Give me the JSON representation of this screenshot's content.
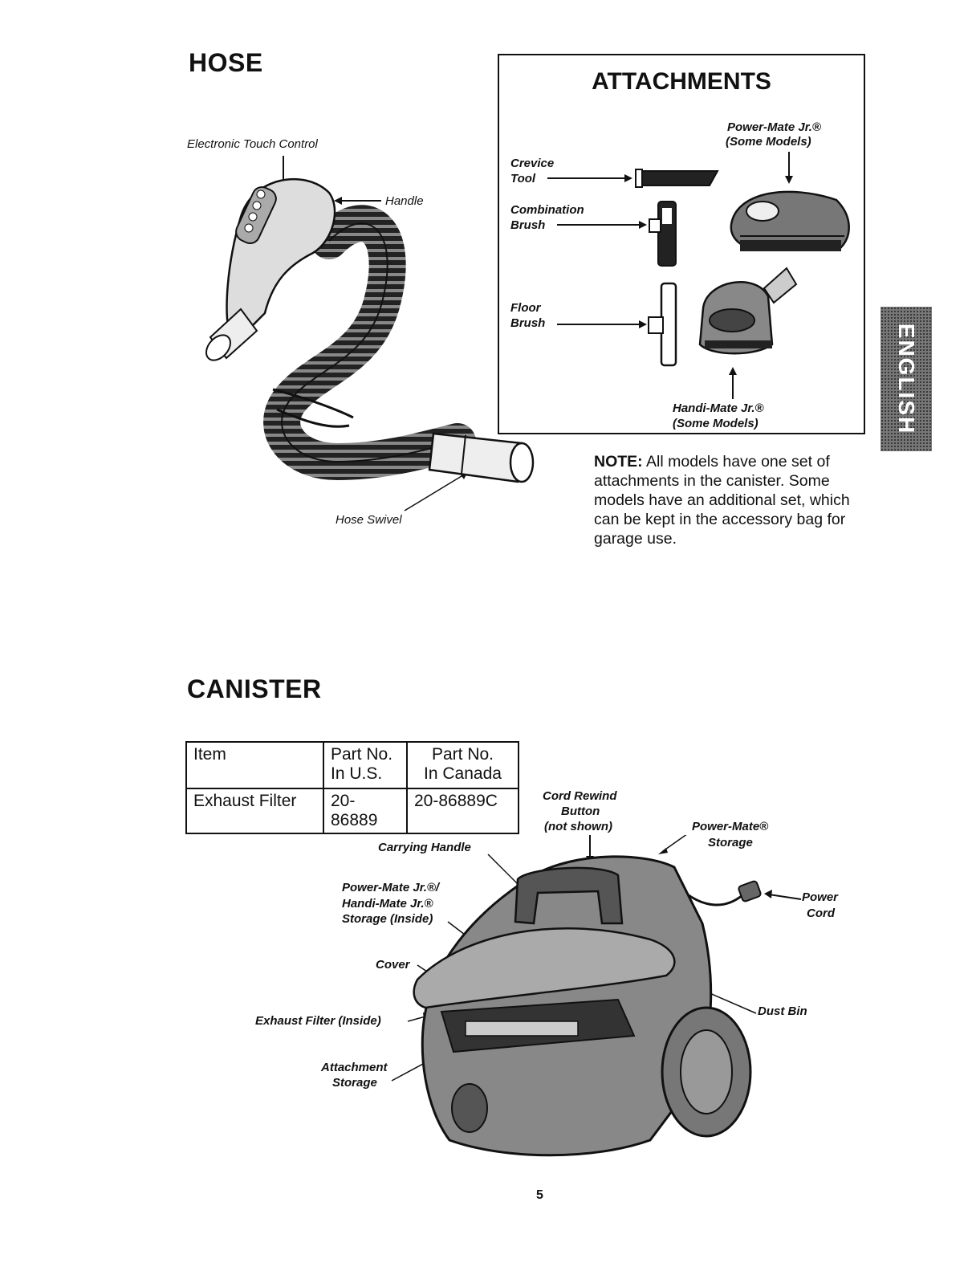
{
  "hose": {
    "heading": "HOSE",
    "labels": {
      "touch_control": "Electronic Touch Control",
      "handle": "Handle",
      "swivel": "Hose Swivel"
    }
  },
  "attachments": {
    "heading": "ATTACHMENTS",
    "crevice_line1": "Crevice",
    "crevice_line2": "Tool",
    "combo_line1": "Combination",
    "combo_line2": "Brush",
    "floor_line1": "Floor",
    "floor_line2": "Brush",
    "powermate_line1": "Power-Mate Jr.®",
    "powermate_line2": "(Some Models)",
    "handimate_line1": "Handi-Mate Jr.®",
    "handimate_line2": "(Some Models)"
  },
  "note": {
    "label": "NOTE:",
    "text": "All models have one set of attachments in the canister. Some models have an additional set, which can be kept in the accessory bag for garage use."
  },
  "language_tab": "ENGLISH",
  "canister": {
    "heading": "CANISTER",
    "table": {
      "col1": "Item",
      "col2_line1": "Part No.",
      "col2_line2": "In U.S.",
      "col3_line1": "Part No.",
      "col3_line2": "In Canada",
      "row_item": "Exhaust Filter",
      "row_us": "20-86889",
      "row_canada": "20-86889C"
    },
    "labels": {
      "cord_rewind_1": "Cord Rewind",
      "cord_rewind_2": "Button",
      "cord_rewind_3": "(not shown)",
      "pm_storage_1": "Power-Mate®",
      "pm_storage_2": "Storage",
      "power_cord_1": "Power",
      "power_cord_2": "Cord",
      "carrying_handle": "Carrying Handle",
      "pmjr_storage_1": "Power-Mate Jr.®/",
      "pmjr_storage_2": "Handi-Mate Jr.®",
      "pmjr_storage_3": "Storage (Inside)",
      "cover": "Cover",
      "dust_bin": "Dust Bin",
      "exhaust_filter": "Exhaust Filter (Inside)",
      "attach_storage_1": "Attachment",
      "attach_storage_2": "Storage"
    }
  },
  "page_number": "5"
}
